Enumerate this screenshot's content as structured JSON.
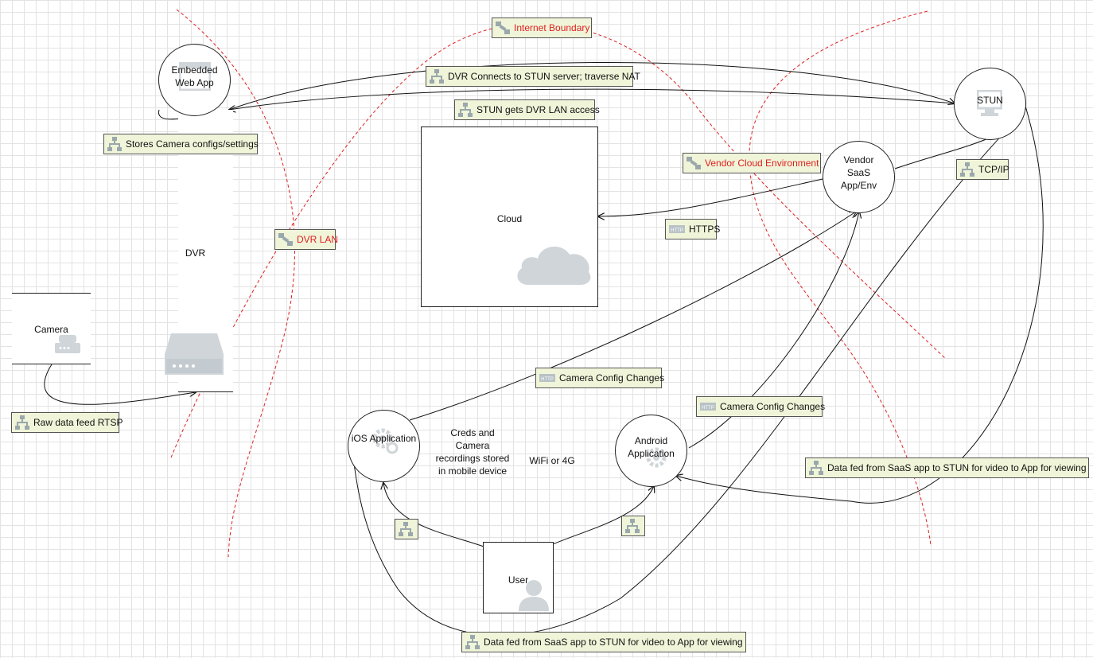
{
  "nodes": {
    "camera": "Camera",
    "dvr": "DVR",
    "embedded_web_app": "Embedded Web App",
    "cloud": "Cloud",
    "stun": "STUN",
    "vendor_saas": "Vendor SaaS App/Env",
    "ios_app": "iOS Application",
    "android_app": "Android Application",
    "user": "User"
  },
  "boundaries": {
    "internet": "Internet Boundary",
    "dvr_lan": "DVR LAN",
    "vendor_cloud": "Vendor Cloud Environment"
  },
  "flows": {
    "dvr_stun": "DVR Connects to STUN server; traverse NAT",
    "stun_lan": "STUN gets DVR LAN access",
    "stores_configs": "Stores Camera configs/settings",
    "raw_feed": "Raw data feed RTSP",
    "https": "HTTPS",
    "tcpip": "TCP/IP",
    "ios_config": "Camera Config Changes",
    "android_config": "Camera Config Changes",
    "data_fed_right": "Data fed from SaaS app to STUN  for video to App for viewing",
    "data_fed_bottom": "Data fed from SaaS app to STUN  for video to App for viewing",
    "user_ios": "",
    "user_android": ""
  },
  "notes": {
    "creds": "Creds and Camera recordings stored in mobile device",
    "wifi": "WiFi or 4G"
  },
  "colors": {
    "boundary": "#e02020",
    "label_bg": "#f0f5d9",
    "icon_gray": "#cfd5d9"
  }
}
